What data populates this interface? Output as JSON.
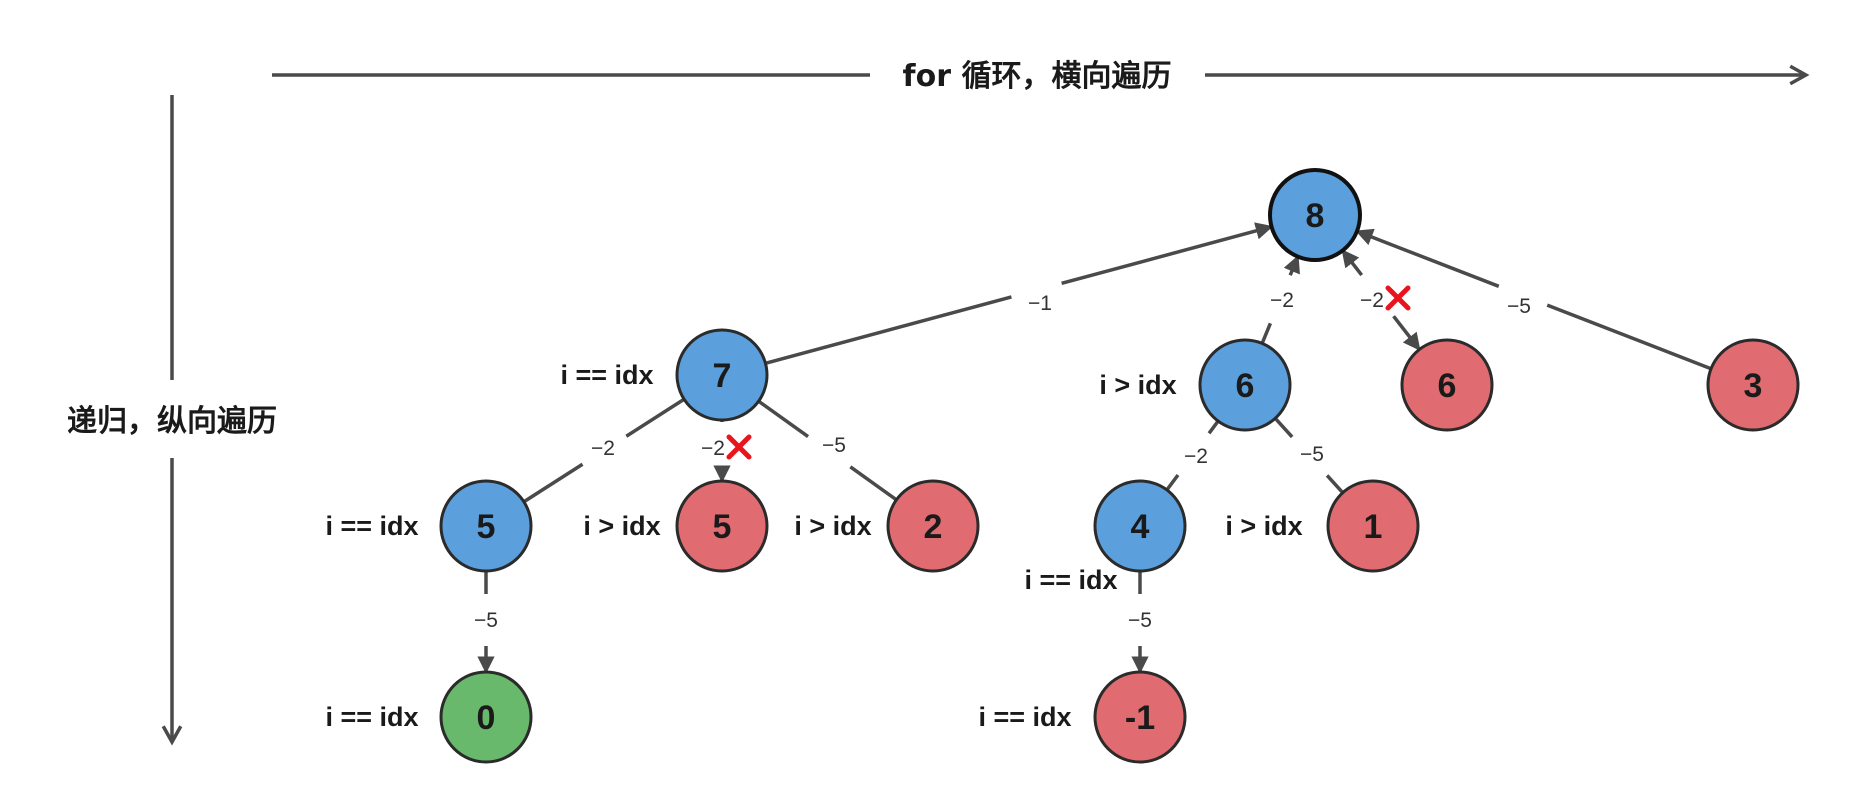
{
  "axes": {
    "horizontal_label": "for 循环，横向遍历",
    "vertical_label": "递归，纵向遍历"
  },
  "colors": {
    "blue": "#5b9fdc",
    "red": "#e06c71",
    "green": "#68b96b",
    "cross": "#e8141e"
  },
  "nodes": [
    {
      "id": "n8",
      "value": "8",
      "color": "blue",
      "label": ""
    },
    {
      "id": "n7",
      "value": "7",
      "color": "blue",
      "label": "i == idx"
    },
    {
      "id": "n6a",
      "value": "6",
      "color": "blue",
      "label": "i > idx"
    },
    {
      "id": "n6b",
      "value": "6",
      "color": "red",
      "label": ""
    },
    {
      "id": "n3",
      "value": "3",
      "color": "red",
      "label": ""
    },
    {
      "id": "n5a",
      "value": "5",
      "color": "blue",
      "label": "i == idx"
    },
    {
      "id": "n5b",
      "value": "5",
      "color": "red",
      "label": "i > idx"
    },
    {
      "id": "n2",
      "value": "2",
      "color": "red",
      "label": "i > idx"
    },
    {
      "id": "n4",
      "value": "4",
      "color": "blue",
      "label": "i == idx"
    },
    {
      "id": "n1",
      "value": "1",
      "color": "red",
      "label": "i > idx"
    },
    {
      "id": "n0",
      "value": "0",
      "color": "green",
      "label": "i == idx"
    },
    {
      "id": "nm1",
      "value": "-1",
      "color": "red",
      "label": "i == idx"
    }
  ],
  "edges": [
    {
      "from": "n8",
      "to": "n7",
      "weight": "−1",
      "pruned": false
    },
    {
      "from": "n8",
      "to": "n6a",
      "weight": "−2",
      "pruned": false
    },
    {
      "from": "n8",
      "to": "n6b",
      "weight": "−2",
      "pruned": true
    },
    {
      "from": "n8",
      "to": "n3",
      "weight": "−5",
      "pruned": false
    },
    {
      "from": "n7",
      "to": "n5a",
      "weight": "−2",
      "pruned": false
    },
    {
      "from": "n7",
      "to": "n5b",
      "weight": "−2",
      "pruned": true
    },
    {
      "from": "n7",
      "to": "n2",
      "weight": "−5",
      "pruned": false
    },
    {
      "from": "n6a",
      "to": "n4",
      "weight": "−2",
      "pruned": false
    },
    {
      "from": "n6a",
      "to": "n1",
      "weight": "−5",
      "pruned": false
    },
    {
      "from": "n5a",
      "to": "n0",
      "weight": "−5",
      "pruned": false
    },
    {
      "from": "n4",
      "to": "nm1",
      "weight": "−5",
      "pruned": false
    }
  ]
}
